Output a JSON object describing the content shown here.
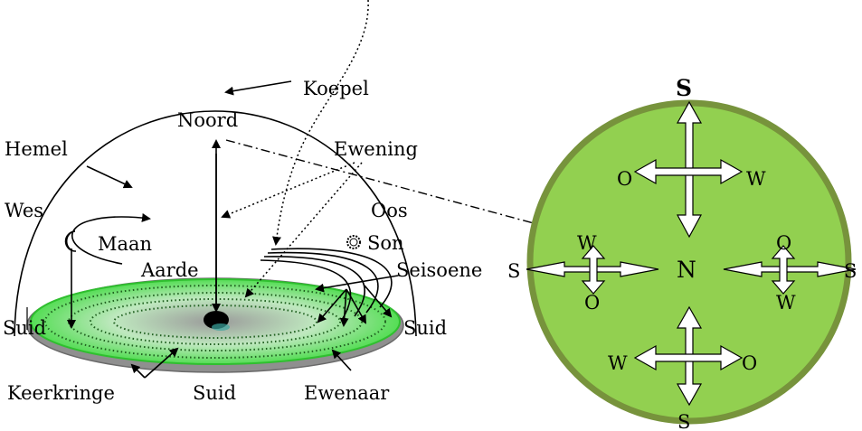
{
  "left_diagram": {
    "labels": {
      "koepel": "Koepel",
      "noord": "Noord",
      "hemel": "Hemel",
      "ewening": "Ewening",
      "wes": "Wes",
      "oos": "Oos",
      "maan": "Maan",
      "son": "Son",
      "aarde": "Aarde",
      "seisoene": "Seisoene",
      "suid_left": "Suid",
      "suid_right": "Suid",
      "keerkringe": "Keerkringe",
      "suid_bottom": "Suid",
      "ewenaar": "Ewenaar"
    }
  },
  "right_diagram": {
    "labels": {
      "s_top": "S",
      "s_bottom": "S",
      "s_left": "S",
      "s_right": "S",
      "n_center": "N",
      "top_o": "O",
      "top_w": "W",
      "bottom_w": "W",
      "bottom_o": "O",
      "left_w": "W",
      "left_o": "O",
      "right_o": "O",
      "right_w": "W"
    }
  },
  "colors": {
    "disk_fill": "#92d050",
    "disk_rim": "#77933c",
    "plane_green": "#66ee66",
    "plane_dark": "#999999"
  }
}
